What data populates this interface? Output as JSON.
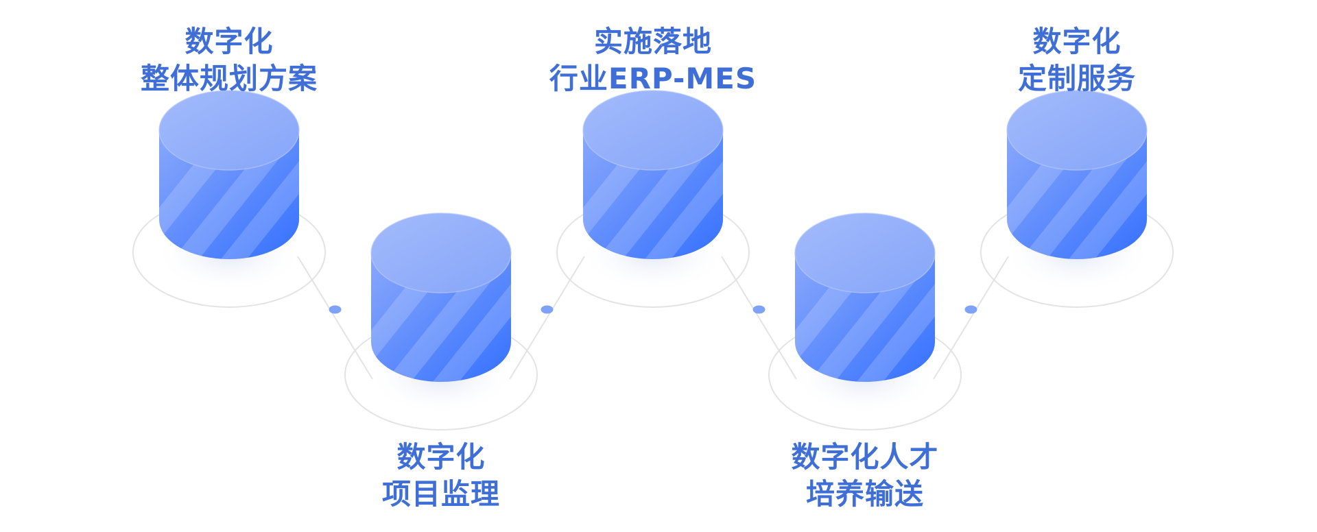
{
  "colors": {
    "label_text": "#3f6fd6",
    "cylinder_top": "#8eaaf9",
    "cylinder_body_light": "#6f95fb",
    "cylinder_body_dark": "#3470ff",
    "connector_dot": "#7ea2f5",
    "ring_stroke": "#e3e3e3"
  },
  "stages": [
    {
      "lines": [
        "数字化",
        "整体规划方案"
      ]
    },
    {
      "lines": [
        "数字化",
        "项目监理"
      ]
    },
    {
      "lines": [
        "实施落地",
        "行业ERP-MES"
      ]
    },
    {
      "lines": [
        "数字化人才",
        "培养输送"
      ]
    },
    {
      "lines": [
        "数字化",
        "定制服务"
      ]
    }
  ]
}
